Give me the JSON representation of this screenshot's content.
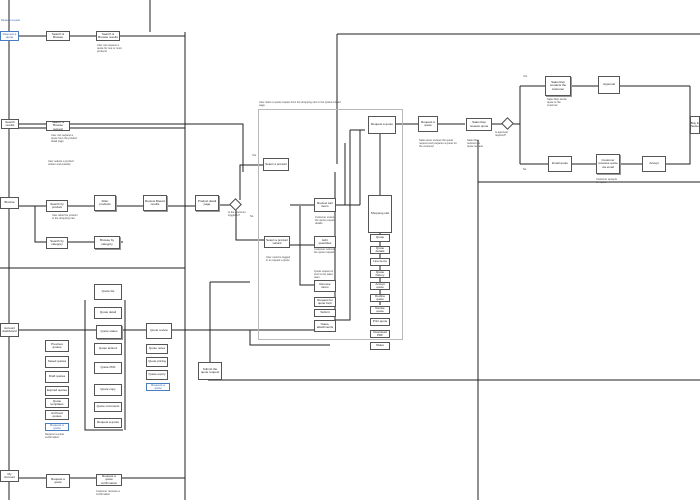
{
  "diagram": {
    "nodes": [
      {
        "id": "n_start",
        "label": "Request a quote",
        "style": "blue"
      },
      {
        "id": "n_top1",
        "label": "Search & Browse"
      },
      {
        "id": "n_top2",
        "label": "Search & Browse results"
      },
      {
        "id": "n_l120",
        "label": "Search & Browse request"
      },
      {
        "id": "n_r120",
        "label": "Search results"
      },
      {
        "id": "n_left205",
        "label": "Browse"
      },
      {
        "id": "n_c1",
        "label": "Search by product"
      },
      {
        "id": "n_c2",
        "label": "Filter products"
      },
      {
        "id": "n_c3",
        "label": "Review filtered results"
      },
      {
        "id": "n_c4",
        "label": "Product detail page"
      },
      {
        "id": "n_s243",
        "label": "Search by category"
      },
      {
        "id": "n_s243b",
        "label": "Browse by category"
      },
      {
        "id": "n_mid1",
        "label": "Select a product"
      },
      {
        "id": "n_mid2",
        "label": "Select a product variant"
      },
      {
        "id": "n_tall",
        "label": "Shopping cart"
      },
      {
        "id": "n_v1",
        "label": "Review cart items"
      },
      {
        "id": "n_v2",
        "label": "Edit quantities"
      },
      {
        "id": "n_v3",
        "label": "Remove items"
      },
      {
        "id": "n_v4",
        "label": "Request for quote form"
      },
      {
        "id": "n_v5",
        "label": "Submit"
      },
      {
        "id": "n_v6",
        "label": "Notes, attachments"
      },
      {
        "id": "n_r1",
        "label": "Quote"
      },
      {
        "id": "n_r2",
        "label": "Quote details"
      },
      {
        "id": "n_r3",
        "label": "Line items"
      },
      {
        "id": "n_r4",
        "label": "Quote history"
      },
      {
        "id": "n_r5",
        "label": "Accept quote"
      },
      {
        "id": "n_r6",
        "label": "Decline quote"
      },
      {
        "id": "n_r7",
        "label": "Revise quote"
      },
      {
        "id": "n_r8",
        "label": "Print quote"
      },
      {
        "id": "n_r9",
        "label": "Download PDF"
      },
      {
        "id": "n_r10",
        "label": "Share"
      },
      {
        "id": "n_top127",
        "label": "Request a quote"
      },
      {
        "id": "n_quote127",
        "label": "Request a quote"
      },
      {
        "id": "n_eval",
        "label": "Sales Rep reviews quote"
      },
      {
        "id": "n_far1",
        "label": "Sales Rep contacts the customer"
      },
      {
        "id": "n_far2",
        "label": "Approval"
      },
      {
        "id": "n_far3",
        "label": "Email quote"
      },
      {
        "id": "n_far4",
        "label": "Customer receives quote via email"
      },
      {
        "id": "n_far5",
        "label": "Accept"
      },
      {
        "id": "n_checkout",
        "label": "Buy in Checkout"
      },
      {
        "id": "n_acct",
        "label": "Account dashboard"
      },
      {
        "id": "n_q1",
        "label": "Quote list"
      },
      {
        "id": "n_q2",
        "label": "Quote detail"
      },
      {
        "id": "n_q3",
        "label": "Quote status"
      },
      {
        "id": "n_q4",
        "label": "Quote actions"
      },
      {
        "id": "n_q5",
        "label": "Quote PDF"
      },
      {
        "id": "n_q6",
        "label": "Quote copy"
      },
      {
        "id": "n_q7",
        "label": "Quote comments"
      },
      {
        "id": "n_q8",
        "label": "Request a quote"
      },
      {
        "id": "n_ql1",
        "label": "Previous quotes"
      },
      {
        "id": "n_ql2",
        "label": "Saved quotes"
      },
      {
        "id": "n_ql3",
        "label": "Draft quotes"
      },
      {
        "id": "n_ql4",
        "label": "Expired quotes"
      },
      {
        "id": "n_ql5",
        "label": "Quote templates"
      },
      {
        "id": "n_ql6",
        "label": "Archived quotes"
      },
      {
        "id": "n_ql7",
        "label": "Request a quote",
        "style": "blue"
      },
      {
        "id": "n_col1",
        "label": "Quote review"
      },
      {
        "id": "n_col2",
        "label": "Quote notes"
      },
      {
        "id": "n_col3",
        "label": "Quote pricing"
      },
      {
        "id": "n_col4",
        "label": "Quote expiry"
      },
      {
        "id": "n_col5",
        "label": "Request a quote",
        "style": "blue"
      },
      {
        "id": "n_send",
        "label": "Submit the quote request"
      },
      {
        "id": "n_bot1",
        "label": "My Account"
      },
      {
        "id": "n_bot2",
        "label": "Request a quote"
      },
      {
        "id": "n_bot3",
        "label": "Request a quote confirmation"
      }
    ],
    "notes": [
      {
        "id": "t_rq",
        "text": "Request a quote"
      },
      {
        "id": "t_top_note",
        "text": "User can request a quote for one or more products"
      },
      {
        "id": "t_note2",
        "text": "User can request a quote from the product detail page"
      },
      {
        "id": "t_note_a",
        "text": "User selects a product variant and quantity"
      },
      {
        "id": "t_note_b",
        "text": "User adds the product to the shopping cart"
      },
      {
        "id": "t_group",
        "text": "User starts a quote request from the shopping cart or the product detail page"
      },
      {
        "id": "t_yes",
        "text": "Yes"
      },
      {
        "id": "t_no",
        "text": "No"
      },
      {
        "id": "t_if",
        "text": "Is the customer logged in?"
      },
      {
        "id": "t_mid_note",
        "text": "User must be logged in to request a quote"
      },
      {
        "id": "t_p1",
        "text": "Customer enters the quote request details"
      },
      {
        "id": "t_p2",
        "text": "Customer submits the quote request"
      },
      {
        "id": "t_p3",
        "text": "Quote request is sent to the sales team"
      },
      {
        "id": "t_long",
        "text": "Sales team reviews the quote request and prepares a quote for the customer"
      },
      {
        "id": "t_evalnote",
        "text": "Sales Rep reviews the quote request"
      },
      {
        "id": "t_decision",
        "text": "Is approval required?"
      },
      {
        "id": "t_far_top",
        "text": "Yes"
      },
      {
        "id": "t_far_bot",
        "text": "No"
      },
      {
        "id": "t_far_n1",
        "text": "Sales Rep sends quote to the customer"
      },
      {
        "id": "t_far_n2",
        "text": "Customer accepts the quote"
      },
      {
        "id": "t_acct_note",
        "text": "Request a quote confirmation"
      },
      {
        "id": "t_bot_note",
        "text": "Customer receives a confirmation"
      }
    ]
  }
}
